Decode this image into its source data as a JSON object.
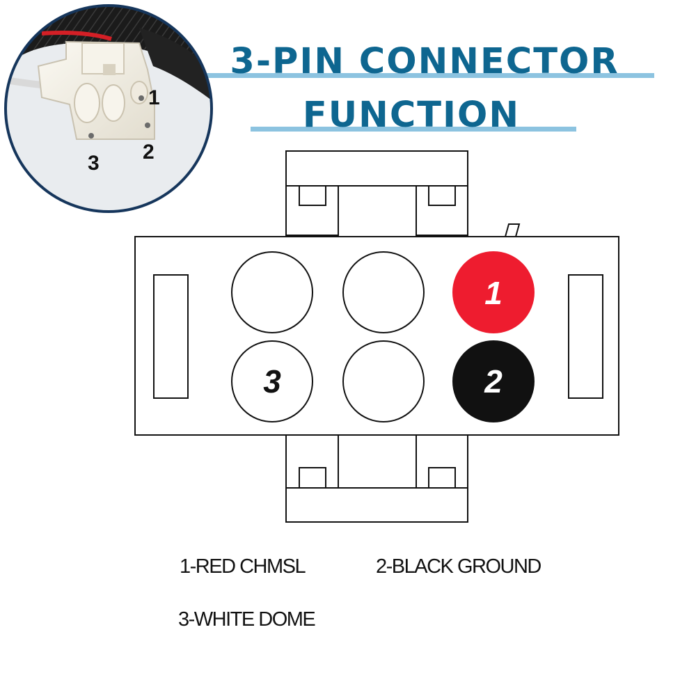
{
  "title": {
    "line1": "3-PIN CONNECTOR",
    "line2": "FUNCTION"
  },
  "colors": {
    "title": "#0e6690",
    "title_underline": "#8cc3e0",
    "pin_red": "#ee1c2f",
    "pin_black": "#111111",
    "photo_border": "#16365c"
  },
  "photo": {
    "labels": [
      "1",
      "2",
      "3"
    ]
  },
  "pins": [
    {
      "id": "pin-1",
      "label": "1",
      "fill": "red"
    },
    {
      "id": "pin-2",
      "label": "2",
      "fill": "black"
    },
    {
      "id": "pin-3",
      "label": "3",
      "fill": "white"
    }
  ],
  "legend": [
    "1-RED CHMSL",
    "2-BLACK GROUND",
    "3-WHITE DOME"
  ]
}
